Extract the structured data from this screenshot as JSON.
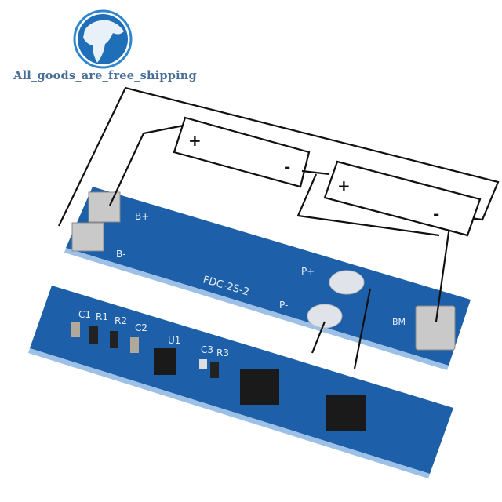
{
  "logo": {
    "text": "All_goods_are_free_shipping",
    "color": "#1f6fb8"
  },
  "diagram": {
    "battery1": {
      "plus": "+",
      "minus": "-"
    },
    "battery2": {
      "plus": "+",
      "minus": "-"
    }
  },
  "board_top": {
    "labels": {
      "b_plus": "B+",
      "b_minus": "B-",
      "model": "FDC-2S-2",
      "p_plus": "P+",
      "p_minus": "P-",
      "bm": "BM"
    },
    "color": "#1d5fa8"
  },
  "board_bottom": {
    "labels": {
      "c1": "C1",
      "r1": "R1",
      "r2": "R2",
      "c2": "C2",
      "u1": "U1",
      "c3": "C3",
      "r3": "R3"
    },
    "color": "#1d5fa8"
  }
}
